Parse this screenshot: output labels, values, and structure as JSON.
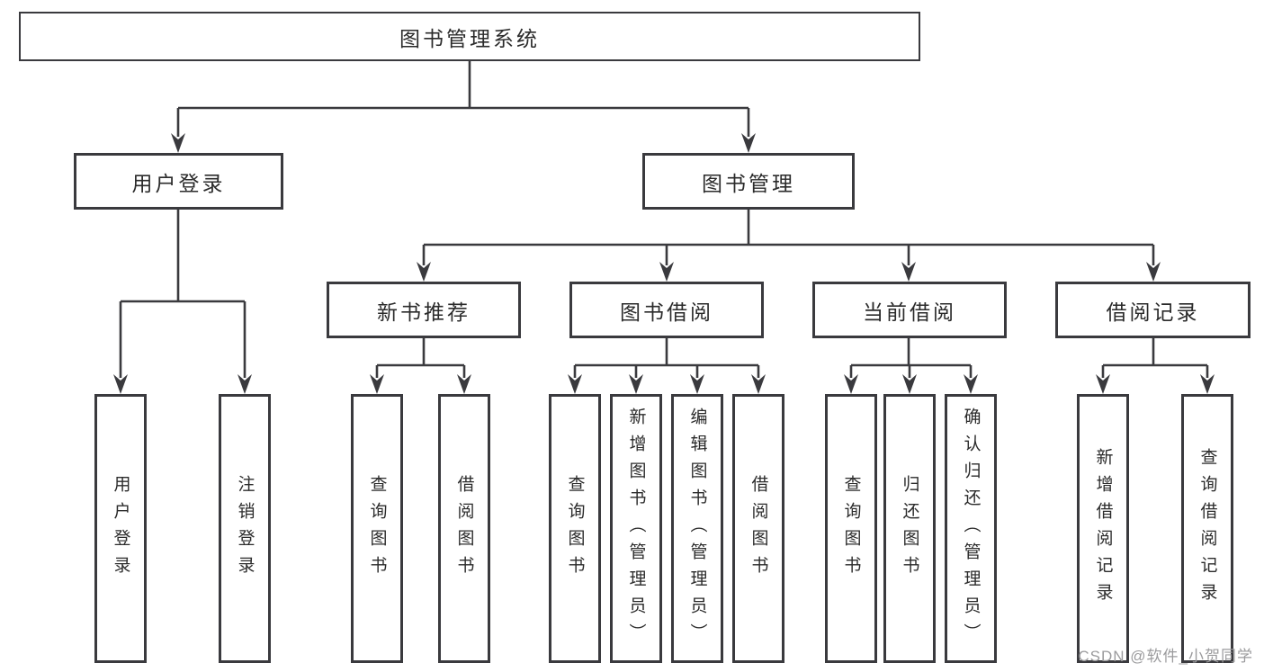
{
  "diagram": {
    "nodes": {
      "root": "图书管理系统",
      "login": "用户登录",
      "mgmt": "图书管理",
      "rec": "新书推荐",
      "borrow": "图书借阅",
      "current": "当前借阅",
      "record": "借阅记录",
      "login_user": "用户登录",
      "login_logout": "注销登录",
      "rec_query": "查询图书",
      "rec_borrow": "借阅图书",
      "borrow_query": "查询图书",
      "borrow_add": "新增图书（管理员）",
      "borrow_edit": "编辑图书（管理员）",
      "borrow_lend": "借阅图书",
      "cur_query": "查询图书",
      "cur_return": "归还图书",
      "cur_confirm": "确认归还（管理员）",
      "record_add": "新增借阅记录",
      "record_query": "查询借阅记录"
    },
    "watermark": "CSDN @软件_小贺同学"
  }
}
